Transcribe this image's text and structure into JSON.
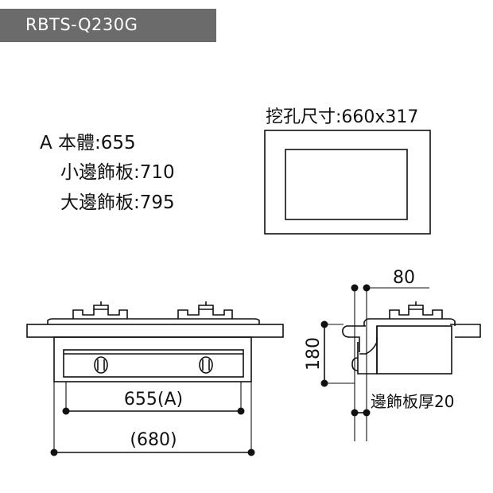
{
  "model": "RBTS-Q230G",
  "specs": [
    {
      "label": "A 本體:655"
    },
    {
      "label": "小邊飾板:710"
    },
    {
      "label": "大邊飾板:795"
    }
  ],
  "cutout": {
    "label": "挖孔尺寸:660x317"
  },
  "front_view": {
    "dim_inner": "655(A)",
    "dim_outer": "(680)"
  },
  "side_view": {
    "dim_top": "80",
    "dim_height": "180",
    "trim_thickness": "邊飾板厚20"
  },
  "colors": {
    "banner": "#6b6b6b",
    "line": "#111111"
  }
}
